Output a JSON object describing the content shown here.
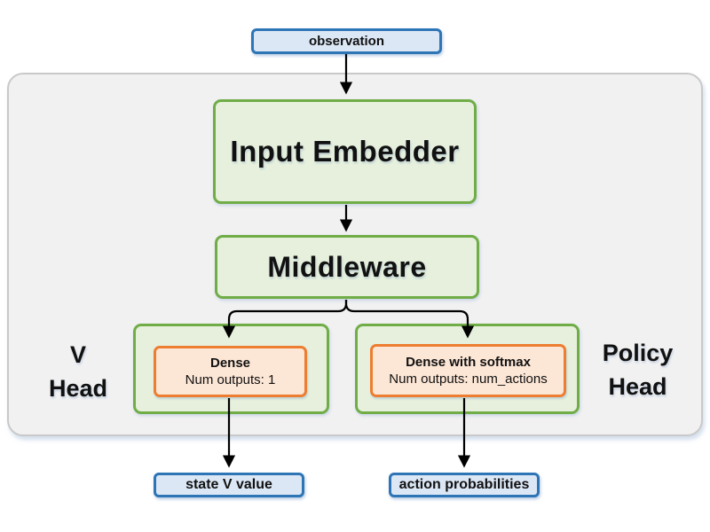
{
  "nodes": {
    "observation": "observation",
    "input_embedder": "Input Embedder",
    "middleware": "Middleware",
    "v_head": {
      "label_line1": "V",
      "label_line2": "Head",
      "dense_title": "Dense",
      "dense_outputs": "Num outputs: 1",
      "output": "state V value"
    },
    "policy_head": {
      "label_line1": "Policy",
      "label_line2": "Head",
      "dense_title": "Dense with softmax",
      "dense_outputs": "Num outputs: num_actions",
      "output": "action probabilities"
    }
  },
  "colors": {
    "blue_border": "#2e75b6",
    "blue_fill": "#dbe7f5",
    "green_border": "#70ad47",
    "green_fill": "#e6f0dd",
    "orange_border": "#ed7d31",
    "orange_fill": "#fce6d5",
    "container_fill": "#f1f1f2",
    "container_border": "#c9c9c9",
    "arrow": "#000000"
  }
}
